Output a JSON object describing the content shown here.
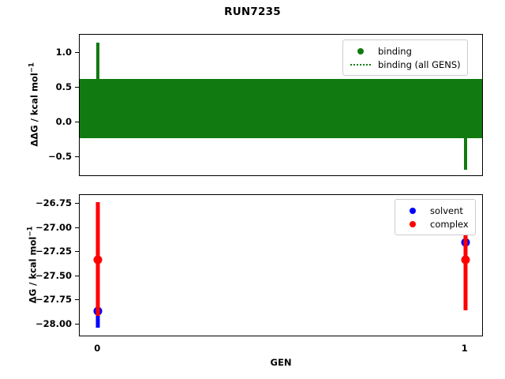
{
  "figure": {
    "title": "RUN7235",
    "xlabel": "GEN",
    "colors": {
      "binding": "#117a11",
      "solvent": "#0000ff",
      "complex": "#ff0000"
    }
  },
  "top_panel": {
    "ylabel_main": "ΔΔG / kcal mol",
    "ylabel_exp": "−1",
    "yticks": [
      "1.0",
      "0.5",
      "0.0",
      "−0.5"
    ],
    "legend": {
      "entries": [
        {
          "label": "binding",
          "handle": "filled-circle-marker",
          "color": "#117a11"
        },
        {
          "label": "binding (all GENS)",
          "handle": "dotted-line",
          "color": "#117a11"
        }
      ]
    }
  },
  "bottom_panel": {
    "ylabel_main": "ΔG / kcal mol",
    "ylabel_exp": "−1",
    "yticks": [
      "−26.75",
      "−27.00",
      "−27.25",
      "−27.50",
      "−27.75",
      "−28.00"
    ],
    "legend": {
      "entries": [
        {
          "label": "solvent",
          "handle": "filled-circle-marker",
          "color": "#0000ff"
        },
        {
          "label": "complex",
          "handle": "filled-circle-marker",
          "color": "#ff0000"
        }
      ]
    }
  },
  "xticks": [
    "0",
    "1"
  ],
  "chart_data": [
    {
      "type": "scatter",
      "panel": "top",
      "title": "RUN7235",
      "xlabel": "GEN",
      "ylabel": "ΔΔG / kcal mol⁻¹",
      "x": [
        0,
        1
      ],
      "xlim": [
        -0.05,
        1.05
      ],
      "ylim": [
        -0.78,
        1.26
      ],
      "xticks": [
        0,
        1
      ],
      "yticks": [
        1.0,
        0.5,
        0.0,
        -0.5
      ],
      "grid": false,
      "legend_position": "upper right",
      "series": [
        {
          "name": "binding",
          "color": "#117a11",
          "marker": "o",
          "values": [
            0.53,
            -0.18
          ],
          "yerr_low": [
            0.65,
            0.5
          ],
          "yerr_high": [
            0.62,
            0.0
          ]
        },
        {
          "name": "binding (all GENS)",
          "color": "#117a11",
          "linestyle": "dotted",
          "description": "Horizontal dotted band spanning the full x-range showing the all-GENS binding estimate and its confidence interval",
          "value": 0.195,
          "band_low": -0.23,
          "band_high": 0.62
        }
      ]
    },
    {
      "type": "scatter",
      "panel": "bottom",
      "xlabel": "GEN",
      "ylabel": "ΔG / kcal mol⁻¹",
      "x": [
        0,
        1
      ],
      "xlim": [
        -0.05,
        1.05
      ],
      "ylim": [
        -28.13,
        -26.66
      ],
      "xticks": [
        0,
        1
      ],
      "yticks": [
        -26.75,
        -27.0,
        -27.25,
        -27.5,
        -27.75,
        -28.0
      ],
      "grid": false,
      "legend_position": "upper right",
      "series": [
        {
          "name": "solvent",
          "color": "#0000ff",
          "marker": "o",
          "values": [
            -27.86,
            -27.15
          ],
          "yerr_low": [
            0.17,
            0.0
          ],
          "yerr_high": [
            0.1,
            0.27
          ]
        },
        {
          "name": "complex",
          "color": "#ff0000",
          "marker": "o",
          "values": [
            -27.33,
            -27.33
          ],
          "yerr_low": [
            0.58,
            0.52
          ],
          "yerr_high": [
            0.6,
            0.62
          ]
        }
      ]
    }
  ]
}
